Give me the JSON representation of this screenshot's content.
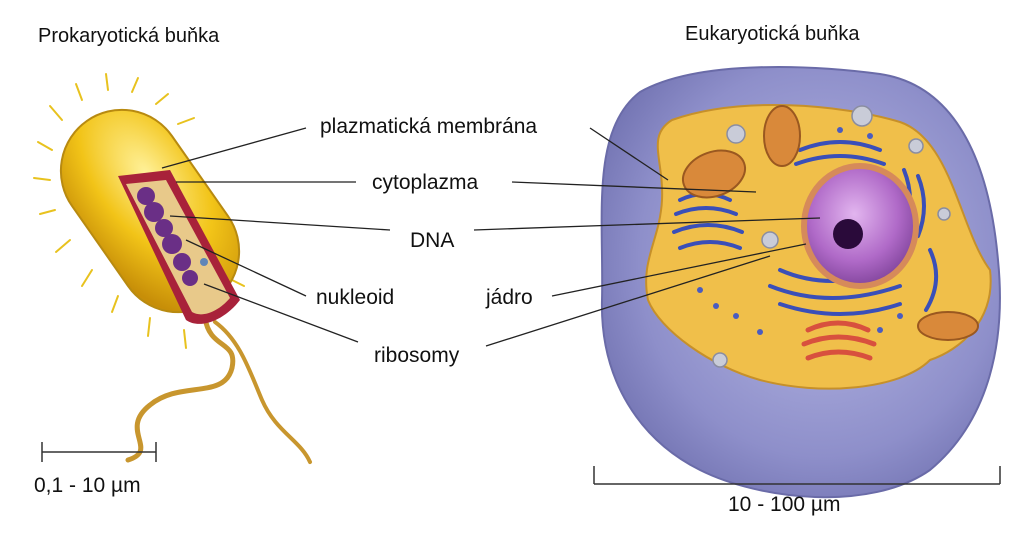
{
  "titles": {
    "prokaryote": "Prokaryotická buňka",
    "eukaryote": "Eukaryotická buňka"
  },
  "labels": {
    "plasma_membrane": "plazmatická membrána",
    "cytoplasm": "cytoplazma",
    "dna": "DNA",
    "nucleoid": "nukleoid",
    "nucleus": "jádro",
    "ribosomes": "ribosomy"
  },
  "scales": {
    "prokaryote": "0,1 - 10 µm",
    "eukaryote": "10 - 100 µm"
  },
  "colors": {
    "bacterium_capsule": "#f2c418",
    "bacterium_membrane": "#a8223a",
    "bacterium_cytoplasm": "#e8c98a",
    "bacterium_dna": "#6a2f86",
    "flagellum": "#c8962e",
    "cell_outer": "#8e8fca",
    "cell_cytoplasm": "#f0bf4a",
    "endoplasmic_reticulum": "#3a4fb8",
    "nucleus": "#b06ac8",
    "nucleolus": "#2a0a3a",
    "mitochondrion": "#d9893a",
    "golgi": "#d8503e"
  }
}
